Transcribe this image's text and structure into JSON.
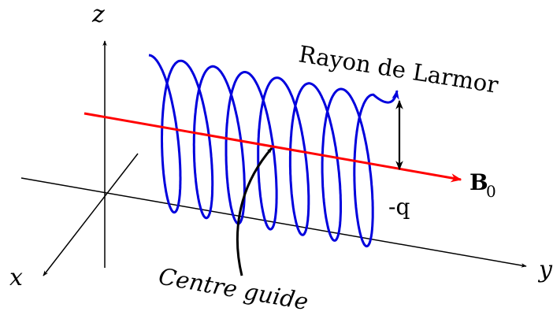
{
  "labels": {
    "axis_x": "x",
    "axis_y": "y",
    "axis_z": "z",
    "larmor_radius": "Rayon de Larmor",
    "magnetic_field_symbol": "B",
    "magnetic_field_subscript": "0",
    "charge": "-q",
    "guiding_center": "Centre guide"
  },
  "colors": {
    "axes": "#000000",
    "field_line": "#ff0000",
    "helix": "#0000dd",
    "annotation": "#000000"
  }
}
